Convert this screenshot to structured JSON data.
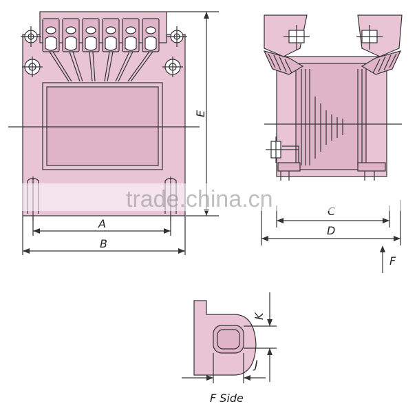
{
  "labels": {
    "A": "A",
    "B": "B",
    "C": "C",
    "D": "D",
    "E": "E",
    "F": "F",
    "K": "K",
    "J": "J",
    "f_side": "F Side"
  },
  "watermark": "trade.china.cn",
  "colors": {
    "body_fill": "#e8c4d4",
    "line": "#333333"
  }
}
